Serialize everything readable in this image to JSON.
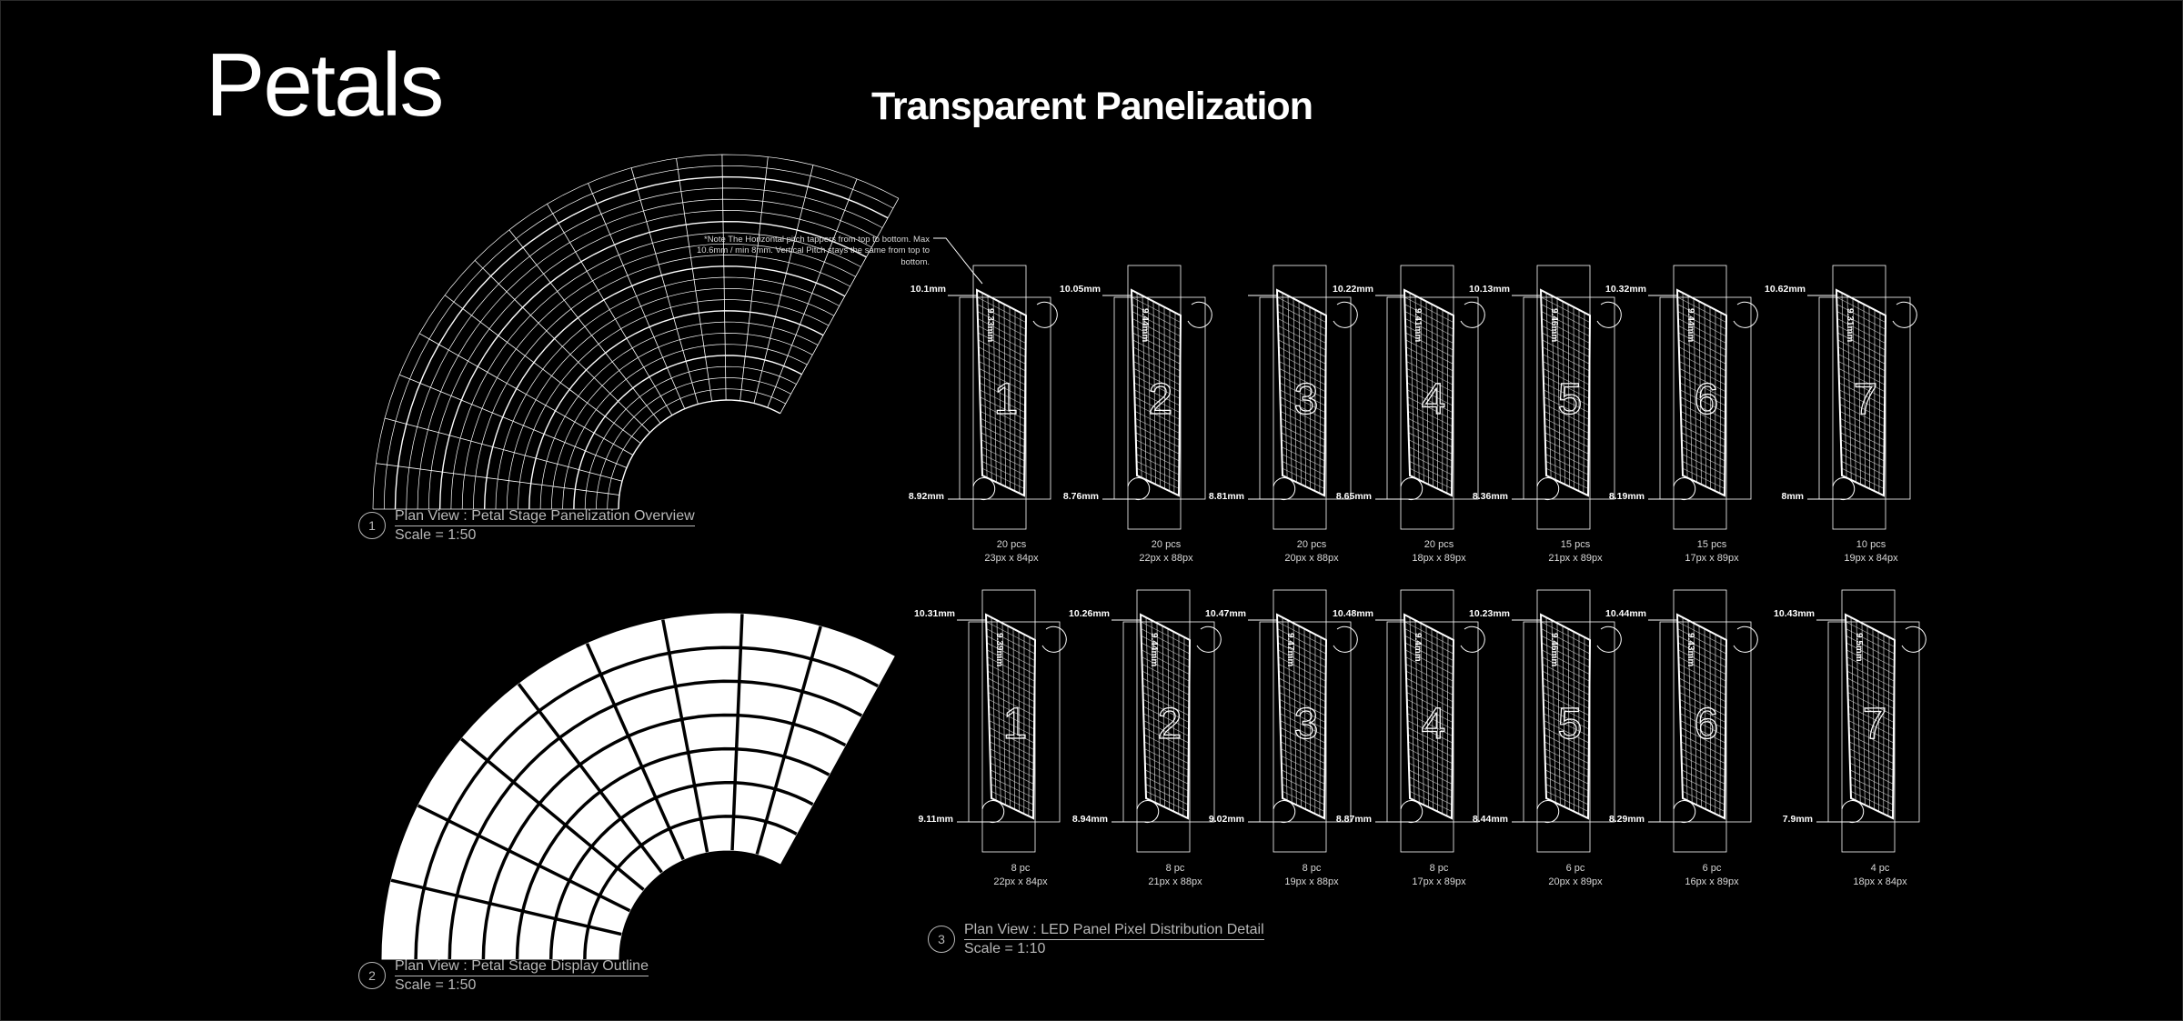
{
  "title": "Petals",
  "subtitle": "Transparent Panelization",
  "note": "*Note The Horizontal pitch tappers from top to bottom. Max 10.6mm / min 8mm. Vertical Pitch stays the same from top to bottom.",
  "colors": {
    "background": "#000000",
    "foreground": "#ffffff",
    "caption": "#b8b8b8"
  },
  "captions": [
    {
      "number": "1",
      "title": "Plan View : Petal Stage Panelization Overview",
      "scale": "Scale = 1:50"
    },
    {
      "number": "2",
      "title": "Plan View : Petal Stage Display Outline",
      "scale": "Scale = 1:50"
    },
    {
      "number": "3",
      "title": "Plan View : LED Panel Pixel Distribution Detail",
      "scale": "Scale = 1:10"
    }
  ],
  "panel_rows": [
    [
      {
        "label": "1",
        "top_pitch": "10.1mm",
        "mid_pitch": "9.33mm",
        "bottom_pitch": "8.92mm",
        "count": "20 pcs",
        "resolution": "23px x 84px"
      },
      {
        "label": "2",
        "top_pitch": "10.05mm",
        "mid_pitch": "9.44mm",
        "bottom_pitch": "8.76mm",
        "count": "20 pcs",
        "resolution": "22px x 88px"
      },
      {
        "label": "3",
        "top_pitch": "",
        "mid_pitch": "",
        "bottom_pitch": "8.81mm",
        "count": "20 pcs",
        "resolution": "20px x 88px"
      },
      {
        "label": "4",
        "top_pitch": "10.22mm",
        "mid_pitch": "9.41mm",
        "bottom_pitch": "8.65mm",
        "count": "20 pcs",
        "resolution": "18px x 89px"
      },
      {
        "label": "5",
        "top_pitch": "10.13mm",
        "mid_pitch": "9.46mm",
        "bottom_pitch": "8.36mm",
        "count": "15 pcs",
        "resolution": "21px x 89px"
      },
      {
        "label": "6",
        "top_pitch": "10.32mm",
        "mid_pitch": "9.44mm",
        "bottom_pitch": "8.19mm",
        "count": "15 pcs",
        "resolution": "17px x 89px"
      },
      {
        "label": "7",
        "top_pitch": "10.62mm",
        "mid_pitch": "9.31mm",
        "bottom_pitch": "8mm",
        "count": "10 pcs",
        "resolution": "19px x 84px"
      }
    ],
    [
      {
        "label": "1",
        "top_pitch": "10.31mm",
        "mid_pitch": "9.39mm",
        "bottom_pitch": "9.11mm",
        "count": "8 pc",
        "resolution": "22px x 84px"
      },
      {
        "label": "2",
        "top_pitch": "10.26mm",
        "mid_pitch": "9.44mm",
        "bottom_pitch": "8.94mm",
        "count": "8 pc",
        "resolution": "21px x 88px"
      },
      {
        "label": "3",
        "top_pitch": "10.47mm",
        "mid_pitch": "9.47mm",
        "bottom_pitch": "9.02mm",
        "count": "8 pc",
        "resolution": "19px x 88px"
      },
      {
        "label": "4",
        "top_pitch": "10.48mm",
        "mid_pitch": "9.4mm",
        "bottom_pitch": "8.87mm",
        "count": "8 pc",
        "resolution": "17px x 89px"
      },
      {
        "label": "5",
        "top_pitch": "10.23mm",
        "mid_pitch": "9.46mm",
        "bottom_pitch": "8.44mm",
        "count": "6 pc",
        "resolution": "20px x 89px"
      },
      {
        "label": "6",
        "top_pitch": "10.44mm",
        "mid_pitch": "9.43mm",
        "bottom_pitch": "8.29mm",
        "count": "6 pc",
        "resolution": "16px x 89px"
      },
      {
        "label": "7",
        "top_pitch": "10.43mm",
        "mid_pitch": "9.5mm",
        "bottom_pitch": "7.9mm",
        "count": "4 pc",
        "resolution": "18px x 84px"
      }
    ]
  ]
}
